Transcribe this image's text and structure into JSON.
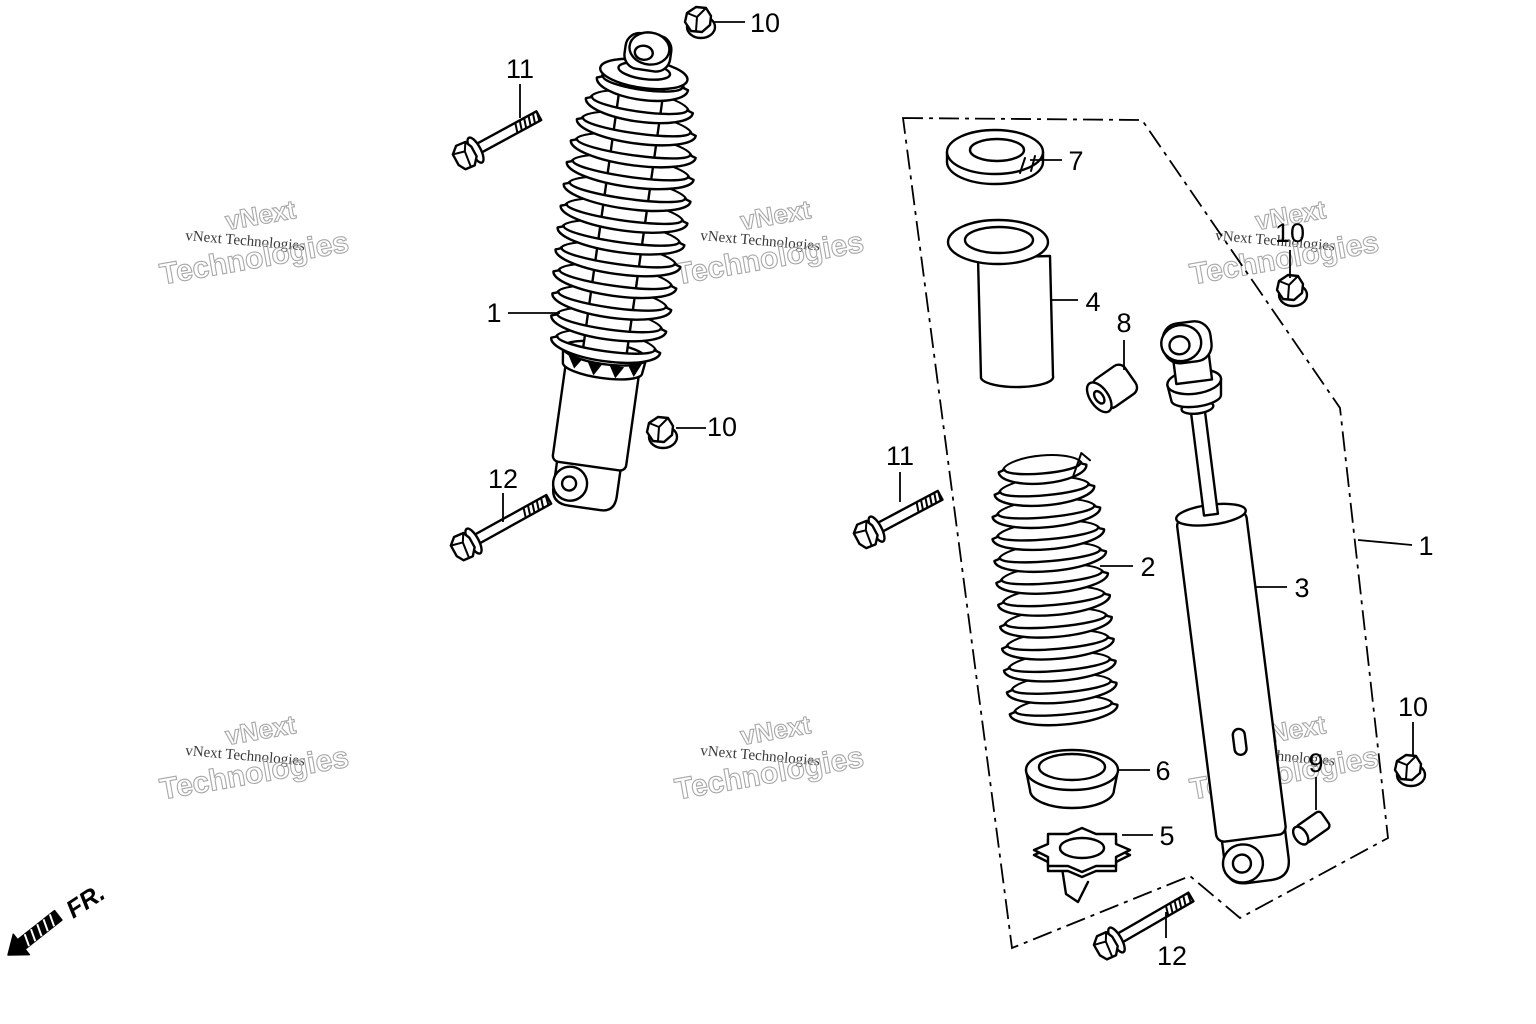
{
  "diagram": {
    "callouts": [
      {
        "label": "10"
      },
      {
        "label": "11"
      },
      {
        "label": "1"
      },
      {
        "label": "10"
      },
      {
        "label": "12"
      },
      {
        "label": "7"
      },
      {
        "label": "4"
      },
      {
        "label": "8"
      },
      {
        "label": "10"
      },
      {
        "label": "11"
      },
      {
        "label": "2"
      },
      {
        "label": "3"
      },
      {
        "label": "1"
      },
      {
        "label": "10"
      },
      {
        "label": "6"
      },
      {
        "label": "9"
      },
      {
        "label": "5"
      },
      {
        "label": "12"
      }
    ],
    "direction_label": "FR."
  },
  "watermark": {
    "small": "vNext Technologies",
    "big_line1": "vNext",
    "big_line2": "Technologies"
  },
  "colors": {
    "line": "#000000",
    "background": "#ffffff",
    "watermark": "#a8a8a8"
  }
}
